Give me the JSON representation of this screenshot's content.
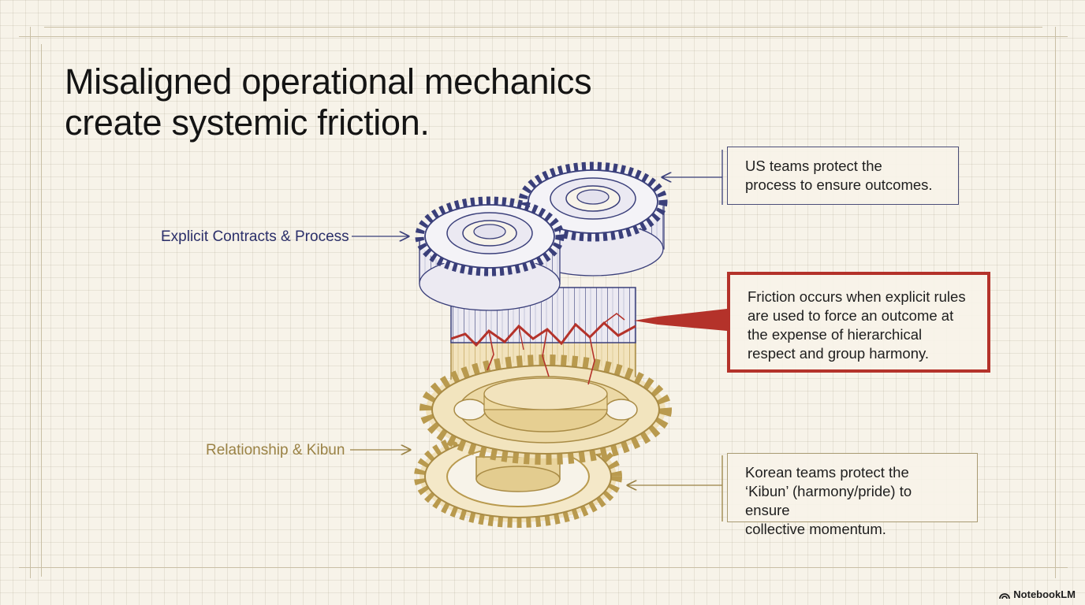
{
  "title": {
    "line1": "Misaligned operational mechanics",
    "line2": "create systemic friction."
  },
  "labels": {
    "explicit": "Explicit Contracts & Process",
    "relationship": "Relationship & Kibun"
  },
  "callouts": {
    "us": [
      "US teams protect the",
      "process to ensure outcomes."
    ],
    "friction": [
      "Friction occurs when explicit rules",
      "are used to force an outcome at",
      "the expense of hierarchical",
      "respect and group harmony."
    ],
    "korean": [
      "Korean teams protect the",
      "‘Kibun’ (harmony/pride) to ensure",
      "collective momentum."
    ]
  },
  "brand": "NotebookLM",
  "colors": {
    "navy": "#3a3f7a",
    "gold": "#b99a4e",
    "red": "#b4322a",
    "paper": "#f7f3e9"
  }
}
